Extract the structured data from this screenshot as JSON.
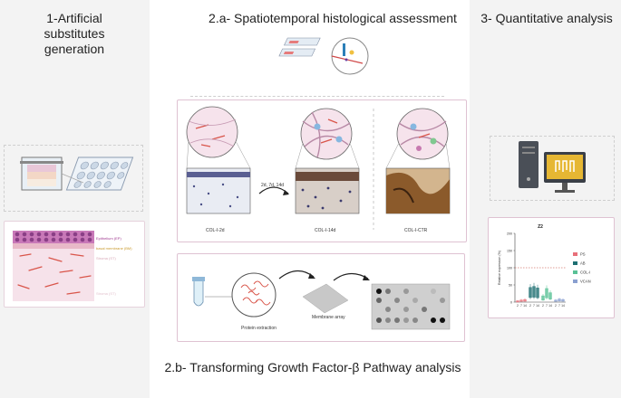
{
  "titles": {
    "section1": "1-Artificial substitutes generation",
    "section2a": "2.a- Spatiotemporal histological assessment",
    "section3": "3- Quantitative analysis",
    "section2b": "2.b- Transforming Growth Factor-β Pathway analysis"
  },
  "layers": {
    "epithelium": "Epithelium (EP)",
    "basal_membrane": "basal membrane (BM)",
    "stroma1": "Stroma (ST)",
    "stroma2": "Stroma (ST)"
  },
  "histology": {
    "panel1": "COL-I-2d",
    "panel2": "COL-I-14d",
    "panel3": "COL-I-CTR",
    "arrow": "2d, 7d, 14d"
  },
  "tgf": {
    "extraction": "Protein extraction",
    "array": "Membrane array"
  },
  "chart_data": {
    "type": "box",
    "title": "Z2",
    "ylabel": "Relative expression (%)",
    "yticks": [
      "0",
      "50",
      "100",
      "150",
      "200"
    ],
    "ylim": [
      0,
      200
    ],
    "reference_line": 100,
    "groups": [
      "PS",
      "AB",
      "COL-I",
      "VCAN"
    ],
    "group_ticks": [
      "2",
      "7",
      "14"
    ],
    "legend": [
      {
        "name": "PS",
        "color": "#e8707a"
      },
      {
        "name": "AB",
        "color": "#1d6f72"
      },
      {
        "name": "COL-I",
        "color": "#59c196"
      },
      {
        "name": "VCAN",
        "color": "#8aa0d0"
      }
    ],
    "series": [
      {
        "name": "PS",
        "color": "#e8707a",
        "values": [
          2,
          4,
          5
        ]
      },
      {
        "name": "AB",
        "color": "#1d6f72",
        "values": [
          28,
          30,
          27
        ]
      },
      {
        "name": "COL-I",
        "color": "#59c196",
        "values": [
          12,
          26,
          18
        ]
      },
      {
        "name": "VCAN",
        "color": "#8aa0d0",
        "values": [
          4,
          6,
          5
        ]
      }
    ]
  },
  "colors": {
    "frame": "#dfc2d2",
    "band": "#f2f2f2",
    "epithelium": "#c878b8",
    "basal": "#f0c860"
  }
}
